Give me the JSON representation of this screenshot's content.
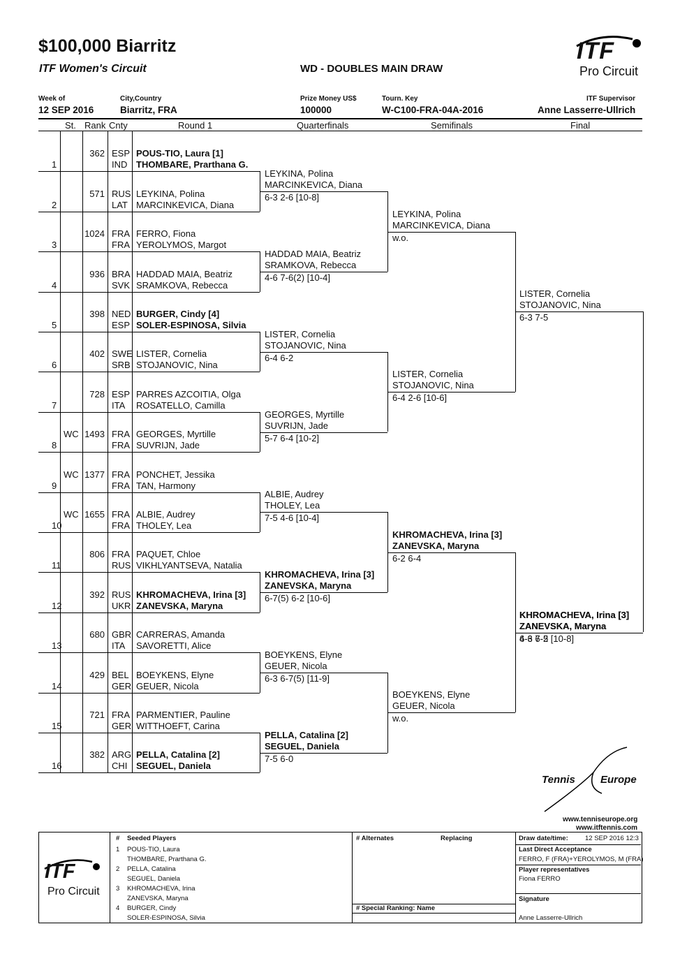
{
  "header": {
    "title": "$100,000 Biarritz",
    "subtitle": "ITF Women's Circuit",
    "draw_title": "WD - DOUBLES MAIN DRAW",
    "logo_top": "ITF",
    "logo_bottom": "Pro Circuit"
  },
  "info": [
    {
      "label": "Week of",
      "value": "12 SEP 2016"
    },
    {
      "label": "City,Country",
      "value": "Biarritz, FRA"
    },
    {
      "label": "Prize Money US$",
      "value": "100000"
    },
    {
      "label": "Tourn. Key",
      "value": "W-C100-FRA-04A-2016"
    },
    {
      "label": "ITF Supervisor",
      "value": "Anne Lasserre-Ullrich"
    }
  ],
  "columns": [
    "St.",
    "Rank",
    "Cnty",
    "Round 1",
    "Quarterfinals",
    "Semifinals",
    "Final"
  ],
  "round1": [
    {
      "line": "1",
      "st": "",
      "rank": "362",
      "c1": "ESP",
      "c2": "IND",
      "p1": "POUS-TIO, Laura [1]",
      "p2": "THOMBARE, Prarthana G.",
      "seed": true
    },
    {
      "line": "2",
      "st": "",
      "rank": "571",
      "c1": "RUS",
      "c2": "LAT",
      "p1": "LEYKINA, Polina",
      "p2": "MARCINKEVICA, Diana",
      "seed": false
    },
    {
      "line": "3",
      "st": "",
      "rank": "1024",
      "c1": "FRA",
      "c2": "FRA",
      "p1": "FERRO, Fiona",
      "p2": "YEROLYMOS, Margot",
      "seed": false
    },
    {
      "line": "4",
      "st": "",
      "rank": "936",
      "c1": "BRA",
      "c2": "SVK",
      "p1": "HADDAD MAIA, Beatriz",
      "p2": "SRAMKOVA, Rebecca",
      "seed": false
    },
    {
      "line": "5",
      "st": "",
      "rank": "398",
      "c1": "NED",
      "c2": "ESP",
      "p1": "BURGER, Cindy [4]",
      "p2": "SOLER-ESPINOSA, Silvia",
      "seed": true
    },
    {
      "line": "6",
      "st": "",
      "rank": "402",
      "c1": "SWE",
      "c2": "SRB",
      "p1": "LISTER, Cornelia",
      "p2": "STOJANOVIC, Nina",
      "seed": false
    },
    {
      "line": "7",
      "st": "",
      "rank": "728",
      "c1": "ESP",
      "c2": "ITA",
      "p1": "PARRES AZCOITIA, Olga",
      "p2": "ROSATELLO, Camilla",
      "seed": false
    },
    {
      "line": "8",
      "st": "WC",
      "rank": "1493",
      "c1": "FRA",
      "c2": "FRA",
      "p1": "GEORGES, Myrtille",
      "p2": "SUVRIJN, Jade",
      "seed": false
    },
    {
      "line": "9",
      "st": "WC",
      "rank": "1377",
      "c1": "FRA",
      "c2": "FRA",
      "p1": "PONCHET, Jessika",
      "p2": "TAN, Harmony",
      "seed": false
    },
    {
      "line": "10",
      "st": "WC",
      "rank": "1655",
      "c1": "FRA",
      "c2": "FRA",
      "p1": "ALBIE, Audrey",
      "p2": "THOLEY, Lea",
      "seed": false
    },
    {
      "line": "11",
      "st": "",
      "rank": "806",
      "c1": "FRA",
      "c2": "RUS",
      "p1": "PAQUET, Chloe",
      "p2": "VIKHLYANTSEVA, Natalia",
      "seed": false
    },
    {
      "line": "12",
      "st": "",
      "rank": "392",
      "c1": "RUS",
      "c2": "UKR",
      "p1": "KHROMACHEVA, Irina [3]",
      "p2": "ZANEVSKA, Maryna",
      "seed": true
    },
    {
      "line": "13",
      "st": "",
      "rank": "680",
      "c1": "GBR",
      "c2": "ITA",
      "p1": "CARRERAS, Amanda",
      "p2": "SAVORETTI, Alice",
      "seed": false
    },
    {
      "line": "14",
      "st": "",
      "rank": "429",
      "c1": "BEL",
      "c2": "GER",
      "p1": "BOEYKENS, Elyne",
      "p2": "GEUER, Nicola",
      "seed": false
    },
    {
      "line": "15",
      "st": "",
      "rank": "721",
      "c1": "FRA",
      "c2": "GER",
      "p1": "PARMENTIER, Pauline",
      "p2": "WITTHOEFT, Carina",
      "seed": false
    },
    {
      "line": "16",
      "st": "",
      "rank": "382",
      "c1": "ARG",
      "c2": "CHI",
      "p1": "PELLA, Catalina [2]",
      "p2": "SEGUEL, Daniela",
      "seed": true
    }
  ],
  "qf": [
    {
      "p1": "LEYKINA, Polina",
      "p2": "MARCINKEVICA, Diana",
      "score": "6-3 2-6 [10-8]",
      "seed": false
    },
    {
      "p1": "HADDAD MAIA, Beatriz",
      "p2": "SRAMKOVA, Rebecca",
      "score": "4-6 7-6(2) [10-4]",
      "seed": false
    },
    {
      "p1": "LISTER, Cornelia",
      "p2": "STOJANOVIC, Nina",
      "score": "6-4 6-2",
      "seed": false
    },
    {
      "p1": "GEORGES, Myrtille",
      "p2": "SUVRIJN, Jade",
      "score": "5-7 6-4 [10-2]",
      "seed": false
    },
    {
      "p1": "ALBIE, Audrey",
      "p2": "THOLEY, Lea",
      "score": "7-5 4-6 [10-4]",
      "seed": false
    },
    {
      "p1": "KHROMACHEVA, Irina [3]",
      "p2": "ZANEVSKA, Maryna",
      "score": "6-7(5) 6-2 [10-6]",
      "seed": true
    },
    {
      "p1": "BOEYKENS, Elyne",
      "p2": "GEUER, Nicola",
      "score": "6-3 6-7(5) [11-9]",
      "seed": false
    },
    {
      "p1": "PELLA, Catalina [2]",
      "p2": "SEGUEL, Daniela",
      "score": "7-5 6-0",
      "seed": true
    }
  ],
  "sf": [
    {
      "p1": "LEYKINA, Polina",
      "p2": "MARCINKEVICA, Diana",
      "score": "w.o.",
      "seed": false
    },
    {
      "p1": "LISTER, Cornelia",
      "p2": "STOJANOVIC, Nina",
      "score": "6-4 2-6 [10-6]",
      "seed": false
    },
    {
      "p1": "KHROMACHEVA, Irina [3]",
      "p2": "ZANEVSKA, Maryna",
      "score": "6-2 6-4",
      "seed": true
    },
    {
      "p1": "BOEYKENS, Elyne",
      "p2": "GEUER, Nicola",
      "score": "w.o.",
      "seed": false
    }
  ],
  "final": [
    {
      "p1": "LISTER, Cornelia",
      "p2": "STOJANOVIC, Nina",
      "score": "6-3 7-5",
      "seed": false
    },
    {
      "p1": "KHROMACHEVA, Irina [3]",
      "p2": "ZANEVSKA, Maryna",
      "score": "4-6 7-5 [10-8]",
      "seed": true
    }
  ],
  "winner": {
    "p1": "KHROMACHEVA, Irina [3]",
    "p2": "ZANEVSKA, Maryna",
    "score": "6-3 6-2"
  },
  "sponsor": {
    "name_left": "Tennis",
    "name_right": "Europe",
    "url1": "www.tenniseurope.org",
    "url2": "www.itftennis.com"
  },
  "footer": {
    "seeded_title": "Seeded Players",
    "hash": "#",
    "seeded": [
      {
        "n": "1",
        "a": "POUS-TIO, Laura",
        "b": "THOMBARE, Prarthana G."
      },
      {
        "n": "2",
        "a": "PELLA, Catalina",
        "b": "SEGUEL, Daniela"
      },
      {
        "n": "3",
        "a": "KHROMACHEVA, Irina",
        "b": "ZANEVSKA, Maryna"
      },
      {
        "n": "4",
        "a": "BURGER, Cindy",
        "b": "SOLER-ESPINOSA, Silvia"
      }
    ],
    "alternates_title": "# Alternates",
    "replacing_title": "Replacing",
    "special_ranking_title": "# Special Ranking: Name",
    "draw_date_label": "Draw date/time:",
    "draw_date_value": "12 SEP 2016 12:3",
    "lda_label": "Last Direct Acceptance",
    "lda_value": "FERRO, F (FRA)+YEROLYMOS, M (FRA)",
    "rep_label": "Player representatives",
    "rep_value": "Fiona FERRO",
    "sig_label": "Signature",
    "sig_value": "Anne Lasserre-Ullrich"
  }
}
